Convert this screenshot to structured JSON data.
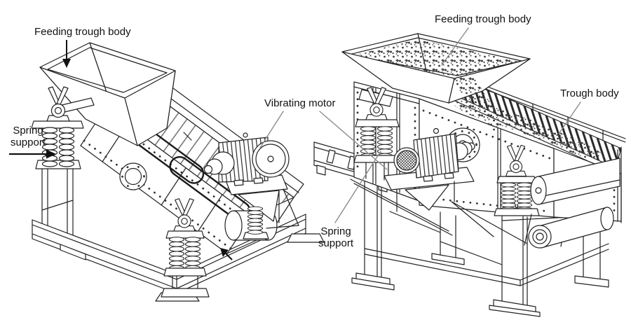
{
  "figure": {
    "type": "technical-diagram",
    "subject": "vibrating feeder machines, isometric line art, two views"
  },
  "colors": {
    "background": "#ffffff",
    "ink": "#222222",
    "leader_line": "#8c8c8c",
    "text": "#111111"
  },
  "labels": {
    "feeding_trough_body_left": "Feeding trough body",
    "spring_support_left": "Spring\nsupport",
    "vibrating_motor": "Vibrating motor",
    "feeding_trough_body_right": "Feeding trough body",
    "trough_body": "Trough body",
    "spring_support_right": "Spring\nsupport"
  }
}
